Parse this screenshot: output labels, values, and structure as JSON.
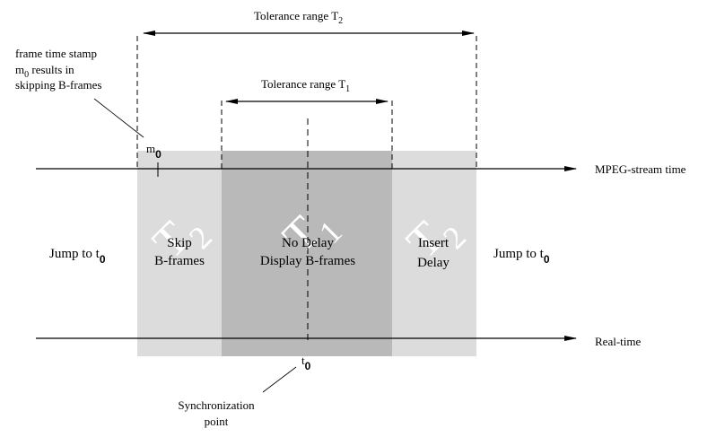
{
  "colors": {
    "outer_zone": "#dcdcdc",
    "inner_zone": "#b9b9b9",
    "watermark": "#ffffff",
    "line": "#000000"
  },
  "tolerance_t2": {
    "label": "Tolerance range T",
    "subscript": "2"
  },
  "tolerance_t1": {
    "label": "Tolerance range T",
    "subscript": "1"
  },
  "annotation_m0": {
    "line1": "frame time stamp",
    "line2_prefix": "m",
    "line2_sub": "0",
    "line2_suffix": " results in",
    "line3": "skipping B-frames"
  },
  "marker_m0": {
    "label": "m",
    "subscript": "0"
  },
  "marker_t0": {
    "label": "t",
    "subscript": "0"
  },
  "axes": {
    "mpeg": "MPEG-stream time",
    "real": "Real-time"
  },
  "zones": {
    "left_outside": {
      "text": "Jump to  t",
      "subscript": "0"
    },
    "left_t2": {
      "watermark": "T",
      "watermark_sub": "2",
      "line1": "Skip",
      "line2": "B-frames"
    },
    "center_t1": {
      "watermark": "T",
      "watermark_sub": "1",
      "line1": "No Delay",
      "line2": "Display B-frames"
    },
    "right_t2": {
      "watermark": "T",
      "watermark_sub": "2",
      "line1": "Insert",
      "line2": "Delay"
    },
    "right_outside": {
      "text": "Jump to  t",
      "subscript": "0"
    }
  },
  "sync_point": {
    "line1": "Synchronization",
    "line2": "point"
  }
}
